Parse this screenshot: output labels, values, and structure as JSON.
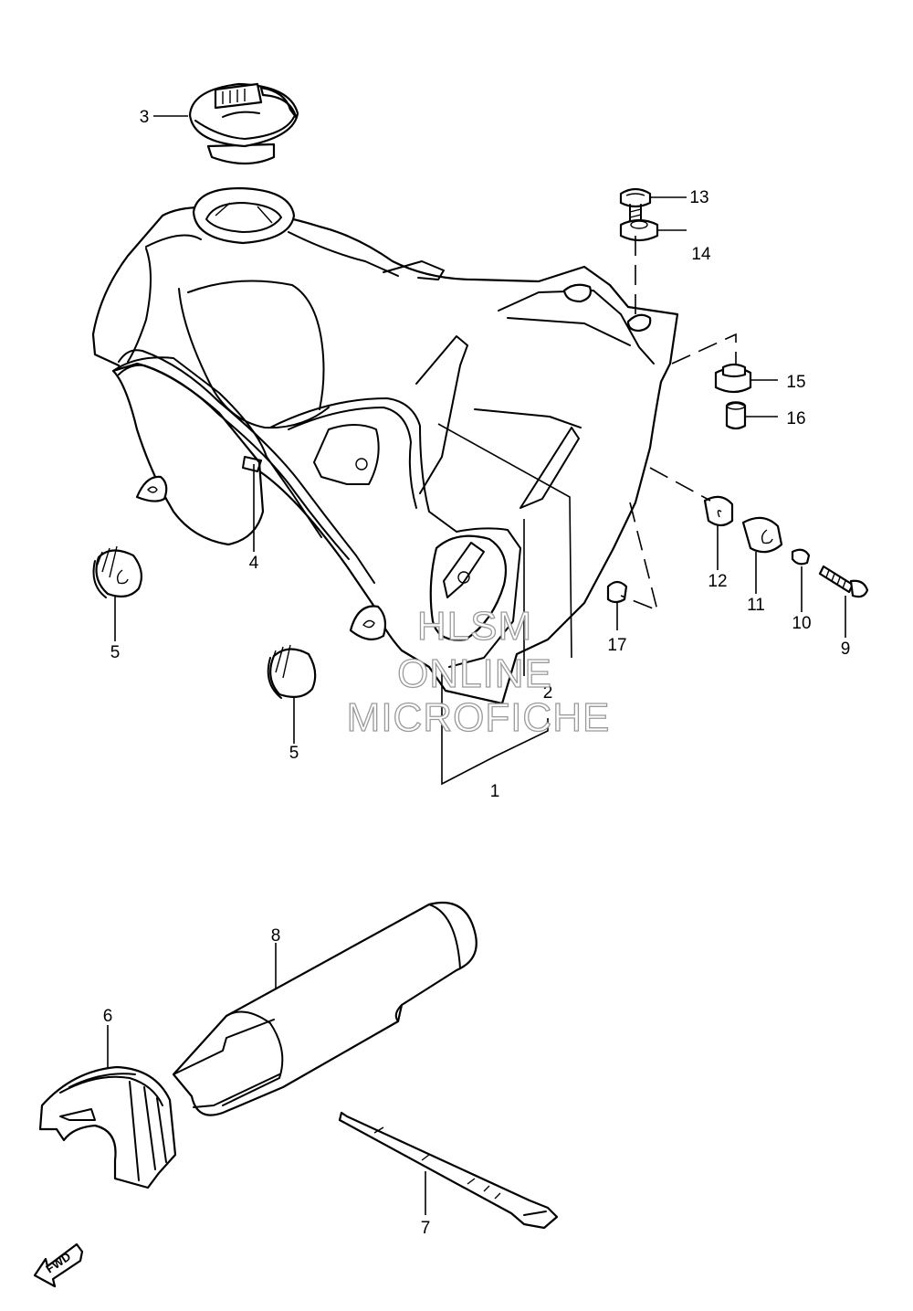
{
  "callouts": {
    "c1": "1",
    "c2": "2",
    "c3": "3",
    "c4": "4",
    "c5a": "5",
    "c5b": "5",
    "c6": "6",
    "c7": "7",
    "c8": "8",
    "c9": "9",
    "c10": "10",
    "c11": "11",
    "c12": "12",
    "c13": "13",
    "c14": "14",
    "c15": "15",
    "c16": "16",
    "c17": "17"
  },
  "watermark": {
    "line1": "HLSM",
    "line2": "ONLINE",
    "line3": "MICROFICHE"
  },
  "direction": {
    "label": "FWD",
    "icon": "fwd-arrow-icon"
  }
}
